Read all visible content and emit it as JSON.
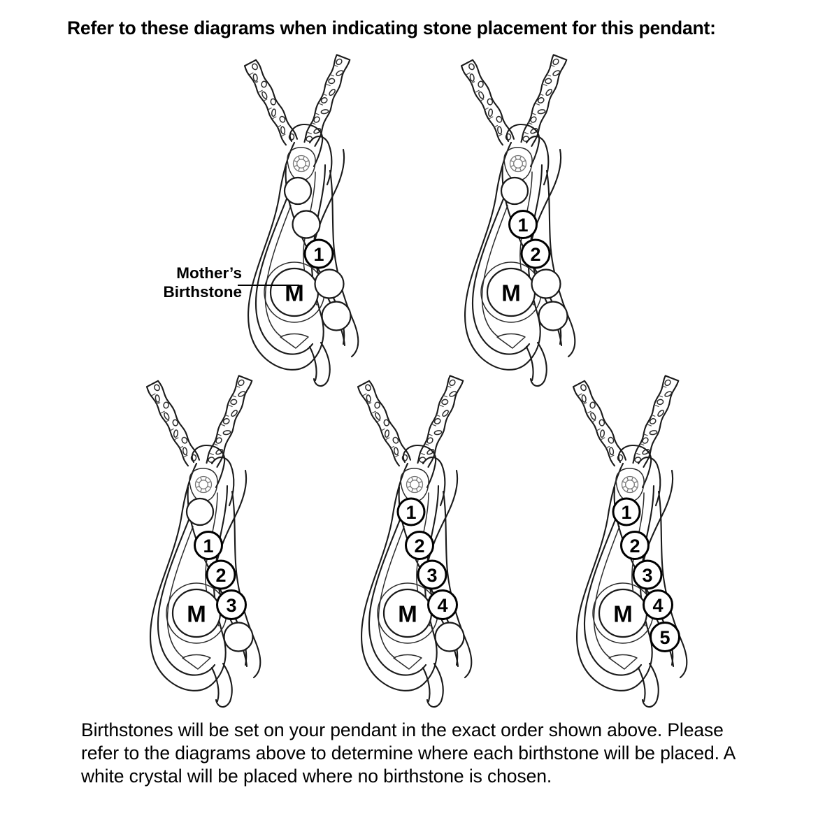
{
  "heading": "Refer to these diagrams when indicating stone placement for this pendant:",
  "callout": {
    "line1": "Mother’s",
    "line2": "Birthstone"
  },
  "footer": "Birthstones will be set on your pendant in the exact order shown above. Please refer to the diagrams above to determine where each birthstone will be placed. A white crystal will be placed where no birthstone is chosen.",
  "colors": {
    "ink": "#1a1a1a",
    "background": "#ffffff",
    "accent_gem": "#777777"
  },
  "mother_label": "M",
  "diagrams": [
    {
      "id": "pendant-1-stone",
      "stone_count": 1,
      "labels": [
        "",
        "",
        "1",
        "",
        ""
      ]
    },
    {
      "id": "pendant-2-stone",
      "stone_count": 2,
      "labels": [
        "",
        "1",
        "2",
        "",
        ""
      ]
    },
    {
      "id": "pendant-3-stone",
      "stone_count": 3,
      "labels": [
        "",
        "1",
        "2",
        "3",
        ""
      ]
    },
    {
      "id": "pendant-4-stone",
      "stone_count": 4,
      "labels": [
        "1",
        "2",
        "3",
        "4",
        ""
      ]
    },
    {
      "id": "pendant-5-stone",
      "stone_count": 5,
      "labels": [
        "1",
        "2",
        "3",
        "4",
        "5"
      ]
    }
  ]
}
